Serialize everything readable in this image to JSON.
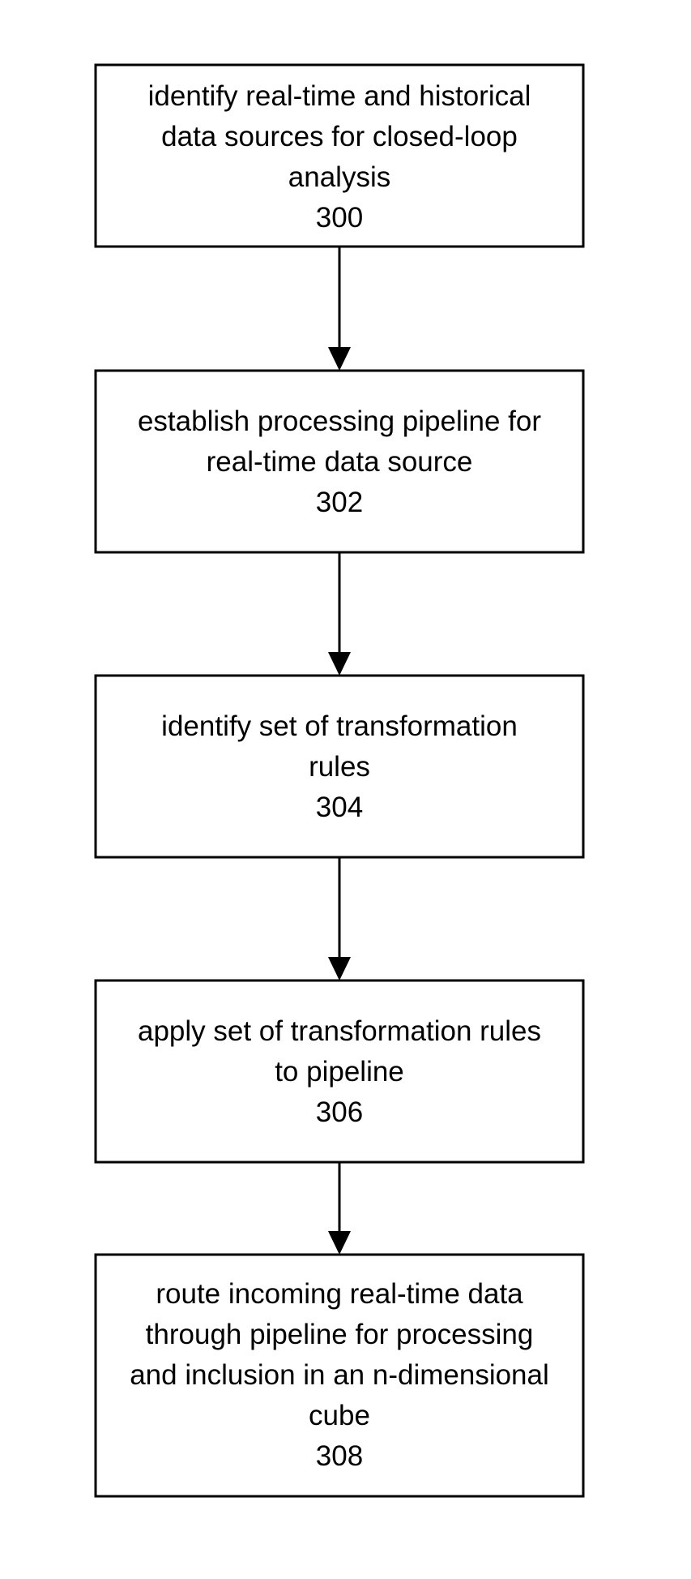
{
  "flowchart": {
    "steps": [
      {
        "lines": [
          "identify real-time and historical",
          "data sources for closed-loop",
          "analysis"
        ],
        "ref": "300"
      },
      {
        "lines": [
          "establish processing pipeline for",
          "real-time data source"
        ],
        "ref": "302"
      },
      {
        "lines": [
          "identify set of transformation",
          "rules"
        ],
        "ref": "304"
      },
      {
        "lines": [
          "apply set of transformation rules",
          "to pipeline"
        ],
        "ref": "306"
      },
      {
        "lines": [
          "route incoming real-time data",
          "through pipeline for processing",
          "and inclusion in an n-dimensional",
          "cube"
        ],
        "ref": "308"
      }
    ]
  }
}
